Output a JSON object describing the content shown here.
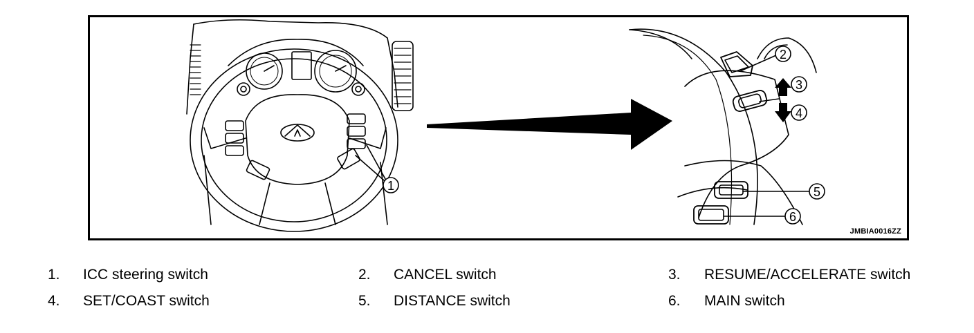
{
  "figure": {
    "code": "JMBIA0016ZZ",
    "callouts": [
      "1",
      "2",
      "3",
      "4",
      "5",
      "6"
    ]
  },
  "legend": [
    {
      "num": "1.",
      "label": "ICC steering switch"
    },
    {
      "num": "2.",
      "label": "CANCEL switch"
    },
    {
      "num": "3.",
      "label": "RESUME/ACCELERATE switch"
    },
    {
      "num": "4.",
      "label": "SET/COAST switch"
    },
    {
      "num": "5.",
      "label": "DISTANCE switch"
    },
    {
      "num": "6.",
      "label": "MAIN switch"
    }
  ],
  "colors": {
    "line": "#000000",
    "background": "#ffffff"
  },
  "icons": [
    "steering-wheel-drawing",
    "infiniti-logo-icon",
    "arrow-right-icon",
    "arrow-up-icon",
    "arrow-down-icon"
  ]
}
